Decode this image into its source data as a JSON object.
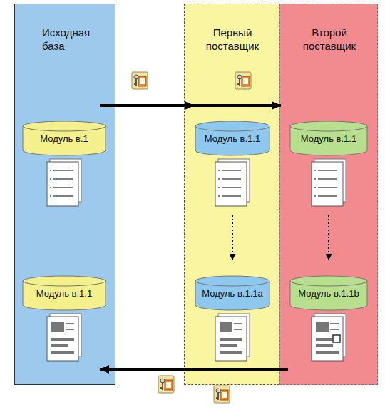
{
  "diagram": {
    "nodes": [
      {
        "text": [
          "Исходная база"
        ]
      },
      {
        "text": [
          "Модуль в.1"
        ],
        "in": 0
      },
      {
        "text": [
          "Модуль в.1.1"
        ],
        "in": 0
      },
      {
        "text": [
          "Первый поставщик"
        ]
      },
      {
        "text": [
          "Модуль в.1.1"
        ],
        "in": 3
      },
      {
        "text": [
          "Модуль в.1.1a"
        ],
        "in": 3
      },
      {
        "text": [
          "Второй поставщик"
        ]
      },
      {
        "text": [
          "Модуль в.1.1"
        ],
        "in": 6
      },
      {
        "text": [
          "Модуль в.1.1b"
        ],
        "in": 6
      }
    ],
    "edges": [
      {
        "from": 0,
        "to": 3,
        "arrow": "to"
      },
      {
        "from": 3,
        "to": 6,
        "arrow": "to"
      },
      {
        "from": 6,
        "to": 0,
        "arrow": "to"
      },
      {
        "from": 4,
        "to": 5,
        "arrow": "to"
      },
      {
        "from": 7,
        "to": 8,
        "arrow": "to"
      }
    ]
  }
}
